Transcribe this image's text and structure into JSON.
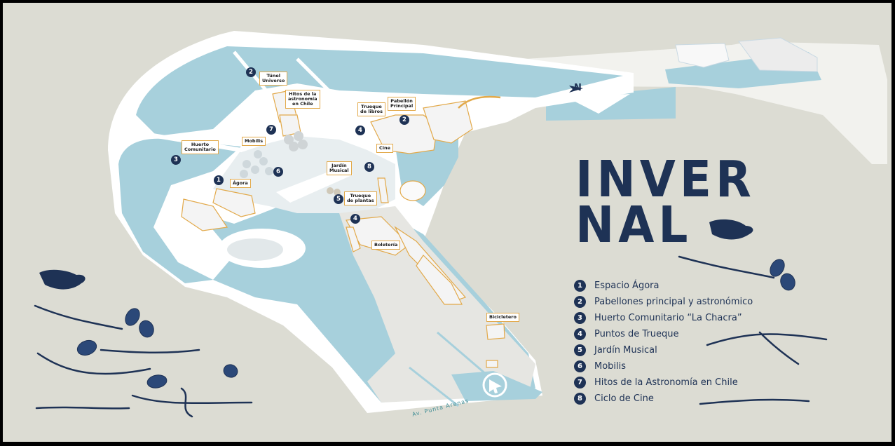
{
  "title": "INVER\nNAL",
  "north": "N",
  "street": "Av. Punta Arenas",
  "colors": {
    "background": "#dcdcd3",
    "water": "#a7d0dc",
    "land": "#ffffff",
    "navy": "#1e3255",
    "label_border": "#e2a94a"
  },
  "legend": [
    {
      "num": "1",
      "text": "Espacio Ágora"
    },
    {
      "num": "2",
      "text": "Pabellones principal y astronómico"
    },
    {
      "num": "3",
      "text": "Huerto Comunitario “La Chacra”"
    },
    {
      "num": "4",
      "text": "Puntos de Trueque"
    },
    {
      "num": "5",
      "text": "Jardín Musical"
    },
    {
      "num": "6",
      "text": "Mobilis"
    },
    {
      "num": "7",
      "text": "Hitos de la Astronomía en Chile"
    },
    {
      "num": "8",
      "text": "Ciclo de Cine"
    }
  ],
  "map_labels": {
    "tunel": "Túnel\nUniverso",
    "hitos": "Hitos de la\nastronomía\nen Chile",
    "trueque_libros": "Trueque\nde libros",
    "pabellon": "Pabellón\nPrincipal",
    "huerto": "Huerto\nComunitario",
    "mobilis": "Mobilis",
    "agora": "Ágora",
    "cine": "Cine",
    "jardin": "Jardín\nMusical",
    "trueque_plantas": "Trueque\nde plantas",
    "boleteria": "Boletería",
    "bicicletero": "Bicicletero"
  },
  "pins": [
    "2",
    "7",
    "4",
    "2",
    "3",
    "6",
    "1",
    "8",
    "5",
    "4"
  ],
  "icons": [
    "north-arrow-icon",
    "entrance-arrow-icon",
    "branch-icon",
    "bird-icon",
    "seed-pod-icon"
  ]
}
